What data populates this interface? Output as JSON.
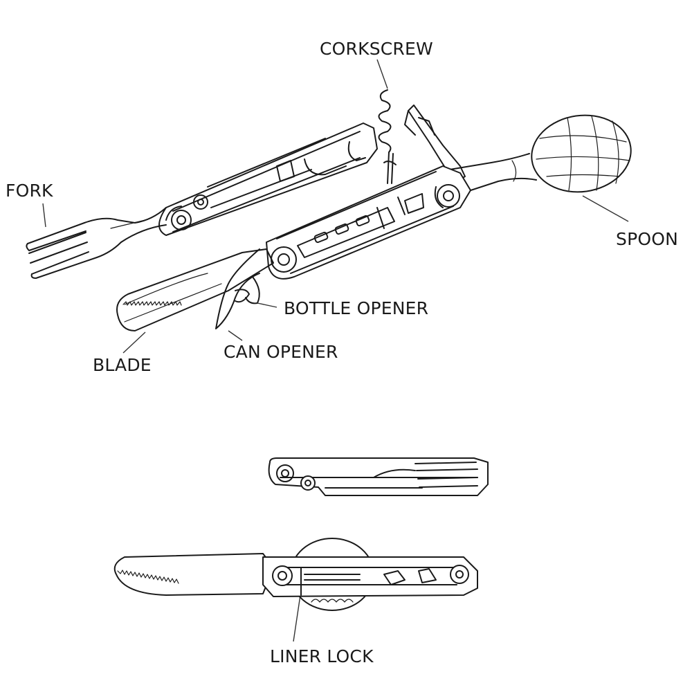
{
  "labels": {
    "corkscrew": "CORKSCREW",
    "fork": "FORK",
    "spoon": "SPOON",
    "bottle_opener": "BOTTLE OPENER",
    "can_opener": "CAN OPENER",
    "blade": "BLADE",
    "liner_lock": "LINER LOCK"
  },
  "colors": {
    "line": "#1a1a1a",
    "background": "#ffffff"
  }
}
